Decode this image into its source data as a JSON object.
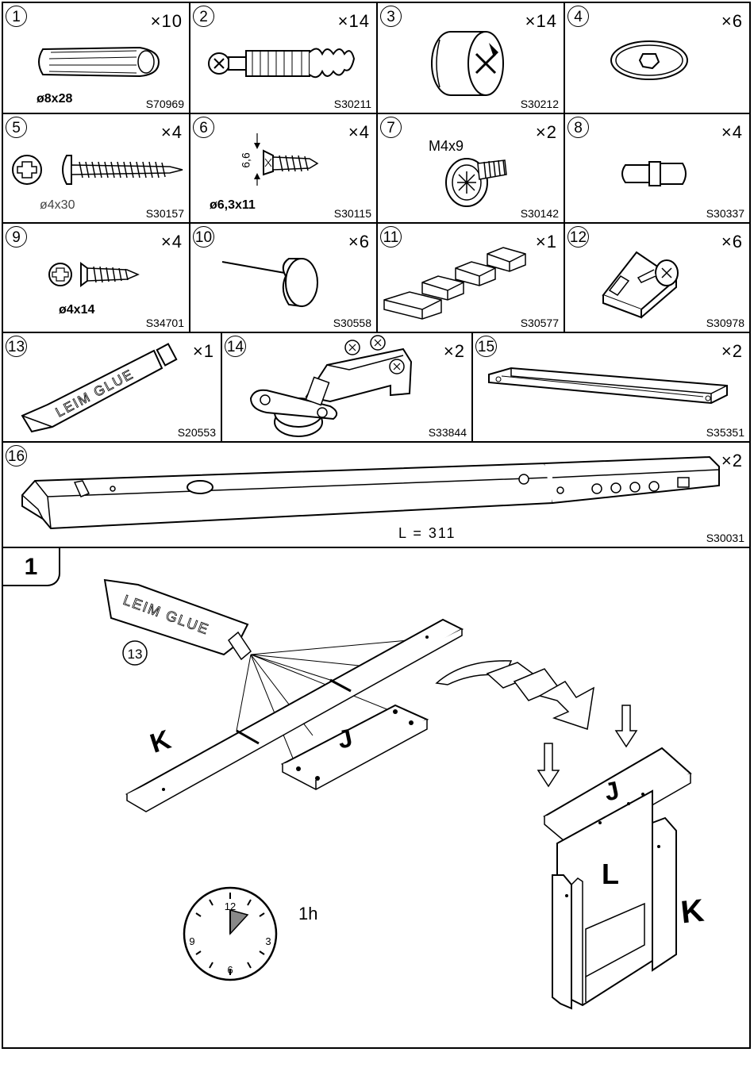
{
  "parts": [
    {
      "no": "1",
      "qty": "×10",
      "code": "S70969",
      "dim": "ø8x28",
      "icon": "wooden-dowel-icon"
    },
    {
      "no": "2",
      "qty": "×14",
      "code": "S30211",
      "icon": "cam-bolt-icon"
    },
    {
      "no": "3",
      "qty": "×14",
      "code": "S30212",
      "icon": "cam-lock-nut-icon"
    },
    {
      "no": "4",
      "qty": "×6",
      "code": "",
      "icon": "wire-ring-icon"
    },
    {
      "no": "5",
      "qty": "×4",
      "code": "S30157",
      "dim": "ø4x30",
      "icon": "wood-screw-icon"
    },
    {
      "no": "6",
      "qty": "×4",
      "code": "S30115",
      "dim": "ø6,3x11",
      "dim2": "6,6",
      "icon": "euro-screw-icon"
    },
    {
      "no": "7",
      "qty": "×2",
      "code": "S30142",
      "dim": "M4x9",
      "icon": "machine-screw-icon"
    },
    {
      "no": "8",
      "qty": "×4",
      "code": "S30337",
      "icon": "shelf-pin-icon"
    },
    {
      "no": "9",
      "qty": "×4",
      "code": "S34701",
      "dim": "ø4x14",
      "icon": "short-screw-icon"
    },
    {
      "no": "10",
      "qty": "×6",
      "code": "S30558",
      "icon": "nail-glide-icon"
    },
    {
      "no": "11",
      "qty": "×1",
      "code": "S30577",
      "icon": "wedge-shims-icon"
    },
    {
      "no": "12",
      "qty": "×6",
      "code": "S30978",
      "icon": "corner-bracket-icon"
    },
    {
      "no": "13",
      "qty": "×1",
      "code": "S20553",
      "tube_text": "LEIM GLUE",
      "icon": "glue-tube-icon"
    },
    {
      "no": "14",
      "qty": "×2",
      "code": "S33844",
      "icon": "hinge-icon"
    },
    {
      "no": "15",
      "qty": "×2",
      "code": "S35351",
      "icon": "handle-bar-icon"
    },
    {
      "no": "16",
      "qty": "×2",
      "code": "S30031",
      "dim": "L = 311",
      "icon": "drawer-slide-icon"
    }
  ],
  "step": {
    "number": "1",
    "glue_text": "LEIM GLUE",
    "glue_ref": "13",
    "labels": {
      "k1": "K",
      "j1": "J",
      "j2": "J",
      "l": "L",
      "k2": "K"
    },
    "clock": {
      "n12": "12",
      "n3": "3",
      "n6": "6",
      "n9": "9",
      "duration": "1h"
    }
  }
}
